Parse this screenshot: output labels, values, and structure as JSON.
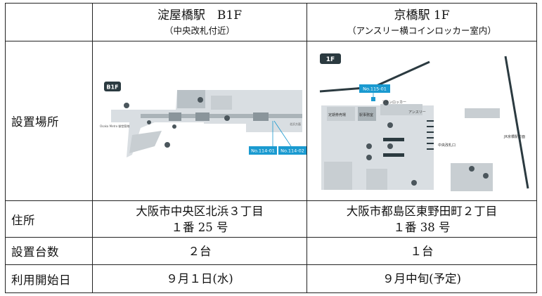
{
  "header": {
    "col1_title": "淀屋橋駅　B1F",
    "col1_sub": "（中央改札付近）",
    "col2_title": "京橋駅 1F",
    "col2_sub": "（アンスリー横コインロッカー室内）"
  },
  "rows": {
    "location_label": "設置場所",
    "address_label": "住所",
    "count_label": "設置台数",
    "start_label": "利用開始日"
  },
  "address": {
    "col1_line1": "大阪市中央区北浜３丁目",
    "col1_line2": "１番 25 号",
    "col2_line1": "大阪市都島区東野田町２丁目",
    "col2_line2": "１番 38 号"
  },
  "count": {
    "col1": "２台",
    "col2": "１台"
  },
  "start": {
    "col1": "９月１日(水)",
    "col2": "９月中旬(予定)"
  },
  "map1": {
    "floor_badge": "B1F",
    "marker_a": "No.114-01",
    "marker_b": "No.114-02",
    "label_left": "Osaka Metro 御堂筋線",
    "label_right": "北浜方面"
  },
  "map2": {
    "floor_badge": "1F",
    "marker": "No.115-01",
    "label_locker": "コインロッカー",
    "label_ansuri": "アンスリー",
    "label_teiki": "定期券売場",
    "label_office": "駅事務室",
    "label_gate": "中央改札口",
    "label_jr": "JR京橋駅方面"
  },
  "colors": {
    "marker": "#1a9ad0",
    "badge": "#2b3a40",
    "floor": "#d9dee2"
  }
}
